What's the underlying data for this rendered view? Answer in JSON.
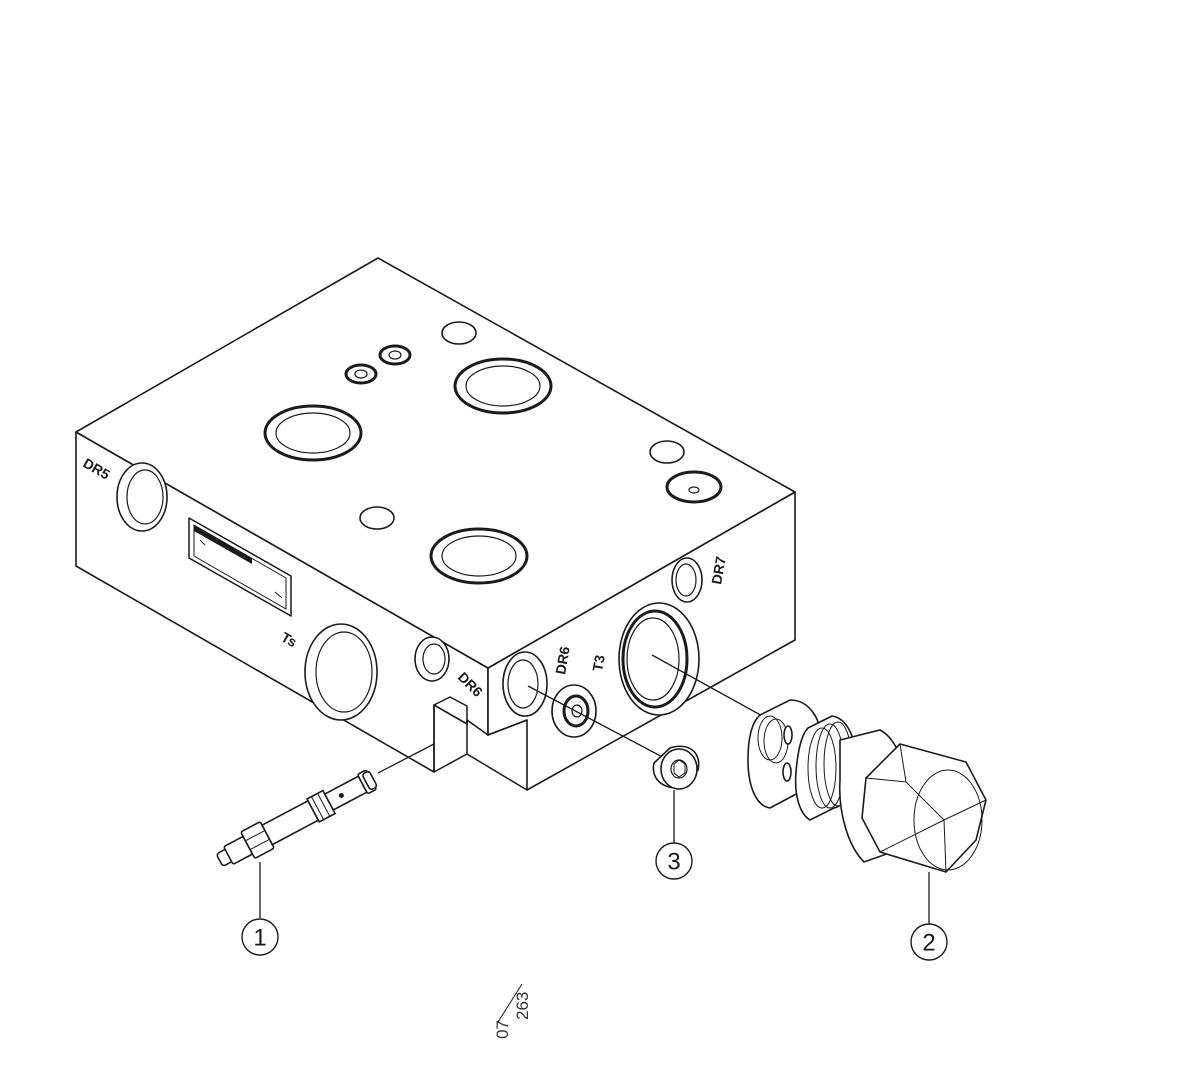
{
  "port_labels": {
    "dr5": "DR5",
    "dr6": "DR6",
    "dr7": "DR7",
    "dr_front": "DR6",
    "t3": "T3",
    "ts": "Ts"
  },
  "callouts": [
    {
      "id": "1",
      "label": "1"
    },
    {
      "id": "2",
      "label": "2"
    },
    {
      "id": "3",
      "label": "3"
    }
  ],
  "drawing_ref": {
    "numerator": "07",
    "denominator": "263"
  }
}
